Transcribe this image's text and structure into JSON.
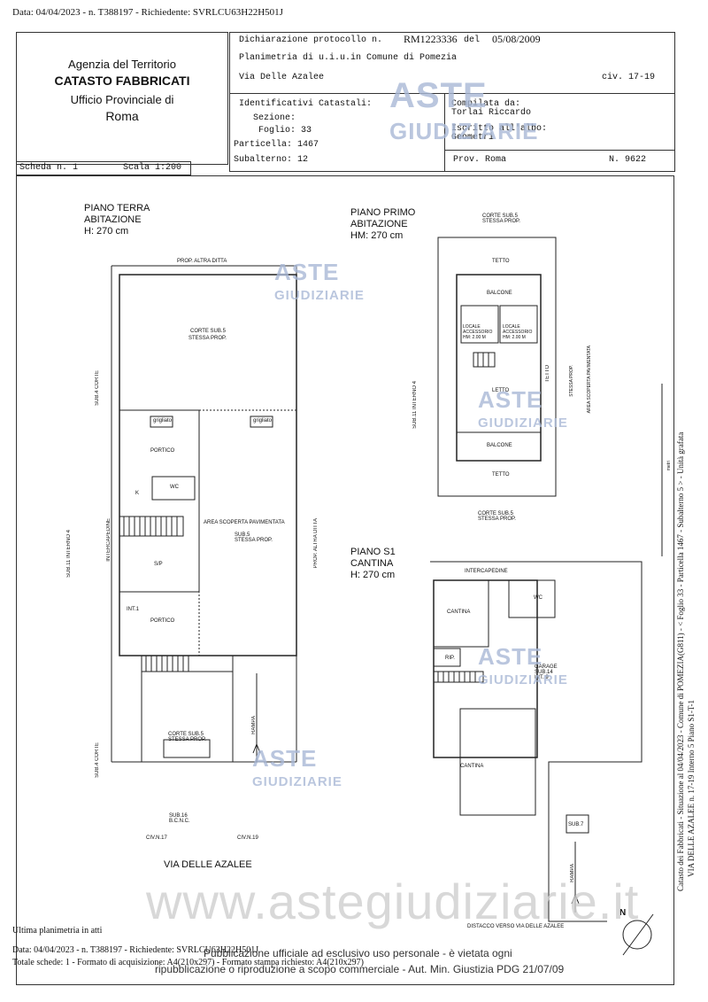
{
  "top_line": "Data: 04/04/2023 - n. T388197 - Richiedente: SVRLCU63H22H501J",
  "agency": {
    "line1": "Agenzia del Territorio",
    "line2": "CATASTO FABBRICATI",
    "line3": "Ufficio Provinciale di",
    "line4": "Roma"
  },
  "scheda": {
    "label": "Scheda n. 1",
    "scale": "Scala 1:200"
  },
  "header": {
    "dichiarazione": "Dichiarazione protocollo n.",
    "protocollo": "RM1223336",
    "del": "del",
    "date": "05/08/2009",
    "planimetria": "Planimetria di u.i.u.in Comune di Pomezia",
    "via": "Via Delle Azalee",
    "civ": "civ. 17-19",
    "identificativi": "Identificativi Catastali:",
    "sezione": "Sezione:",
    "foglio": "Foglio: 33",
    "particella": "Particella: 1467",
    "subalterno": "Subalterno: 12",
    "compilata": "Compilata da:",
    "compilatore": "Torlai Riccardo",
    "iscritto": "Iscritto all'albo:",
    "albo": "Geometri",
    "prov": "Prov. Roma",
    "numero": "N.  9622"
  },
  "plans": {
    "terra": {
      "title": "PIANO TERRA",
      "use": "ABITAZIONE",
      "height": "H: 270 cm"
    },
    "primo": {
      "title": "PIANO PRIMO",
      "use": "ABITAZIONE",
      "height": "HM: 270 cm"
    },
    "s1": {
      "title": "PIANO S1",
      "use": "CANTINA",
      "height": "H: 270 cm"
    }
  },
  "labels": {
    "prop_altra_ditta": "PROP. ALTRA DITTA",
    "corte_sub5": "CORTE SUB.5",
    "stessa_prop": "STESSA PROP.",
    "sub4": "SUB.4",
    "corte": "CORTE",
    "grigliato": "grigliato",
    "portico": "PORTICO",
    "k": "K",
    "wc": "WC",
    "intercapedine": "INTERCAPEDINE",
    "sub11": "SUB.11",
    "interno4": "INTERNO 4",
    "area_scoperta": "AREA SCOPERTA PAVIMENTATA",
    "sub5": "SUB.5",
    "sp": "S/P",
    "int1": "INT.1",
    "rampa": "RAMPA",
    "sub16": "SUB.16",
    "bcnc": "B.C.N.C.",
    "civ17": "CIV.N.17",
    "civ19": "CIV.N.19",
    "via_delle_azalee": "VIA DELLE AZALEE",
    "tetto": "TETTO",
    "balcone": "BALCONE",
    "locale_accessorio": "LOCALE",
    "accessorio": "ACCESSORIO",
    "hm200": "HM: 2.00 M",
    "letto": "LETTO",
    "area_scoperta_pav": "AREA SCOPERTA PAVIMENTATA",
    "stessa_prop_v": "STESSA PROP.",
    "cantina": "CANTINA",
    "rip": "RIP.",
    "garage": "GARAGE",
    "sub14": "SUB.14",
    "int9": "INT. 9",
    "sub7": "SUB.7",
    "distacco": "DISTACCO VERSO VIA DELLE AZALEE",
    "scale_mark": "metri"
  },
  "side_text": {
    "line1": "Catasto dei Fabbricati - Situazione al 04/04/2023 - Comune di POMEZIA(G811) - < Foglio 33 - Particella 1467 - Subalterno 5 > - Unità grafata",
    "line2": "VIA DELLE AZALEE n. 17-19  Interno 5 Piano S1-T-1"
  },
  "footer": {
    "ultima": "Ultima planimetria in atti",
    "data": "Data: 04/04/2023 - n. T388197 - Richiedente: SVRLCU63H22H501J",
    "totale": "Totale schede: 1 - Formato di acquisizione: A4(210x297) - Formato stampa richiesto: A4(210x297)",
    "pub1": "Pubblicazione ufficiale ad esclusivo uso personale - è vietata ogni",
    "pub2": "ripubblicazione o riproduzione a scopo commerciale - Aut. Min. Giustizia PDG 21/07/09"
  },
  "watermark": {
    "aste": "ASTE",
    "giudiziarie": "GIUDIZIARIE",
    "site": "www.astegiudiziarie.it"
  },
  "compass": "N"
}
